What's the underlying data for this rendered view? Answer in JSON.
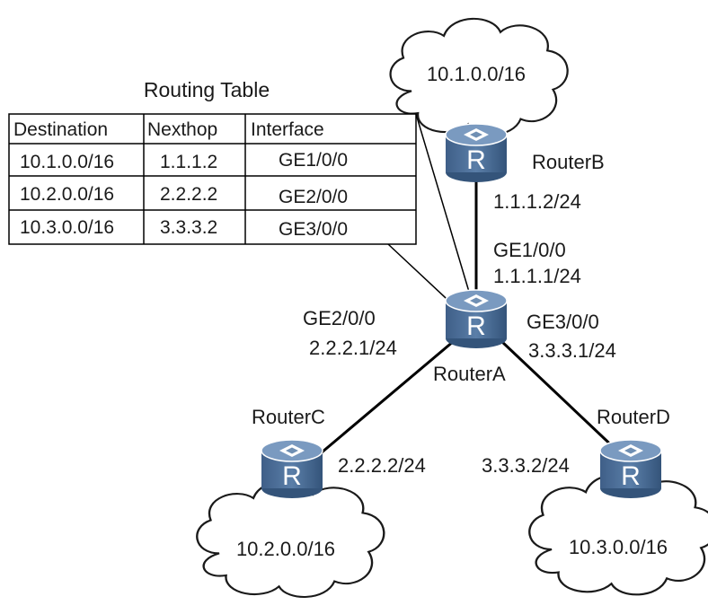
{
  "table": {
    "title": "Routing Table",
    "headers": [
      "Destination",
      "Nexthop",
      "Interface"
    ],
    "rows": [
      [
        "10.1.0.0/16",
        "1.1.1.2",
        "GE1/0/0"
      ],
      [
        "10.2.0.0/16",
        "2.2.2.2",
        "GE2/0/0"
      ],
      [
        "10.3.0.0/16",
        "3.3.3.2",
        "GE3/0/0"
      ]
    ]
  },
  "routers": {
    "a": {
      "name": "RouterA",
      "glyph": "R"
    },
    "b": {
      "name": "RouterB",
      "glyph": "R"
    },
    "c": {
      "name": "RouterC",
      "glyph": "R"
    },
    "d": {
      "name": "RouterD",
      "glyph": "R"
    }
  },
  "networks": {
    "b": "10.1.0.0/16",
    "c": "10.2.0.0/16",
    "d": "10.3.0.0/16"
  },
  "interfaces": {
    "b_ip": "1.1.1.2/24",
    "a_ge1": "GE1/0/0",
    "a_ge1_ip": "1.1.1.1/24",
    "a_ge2": "GE2/0/0",
    "a_ge2_ip": "2.2.2.1/24",
    "a_ge3": "GE3/0/0",
    "a_ge3_ip": "3.3.3.1/24",
    "c_ip": "2.2.2.2/24",
    "d_ip": "3.3.3.2/24"
  },
  "colors": {
    "router_top": "#6f8fb3",
    "router_body": "#4a6d97",
    "router_dark": "#34547a",
    "line": "#000000",
    "cloud_stroke": "#1a1a1a"
  }
}
